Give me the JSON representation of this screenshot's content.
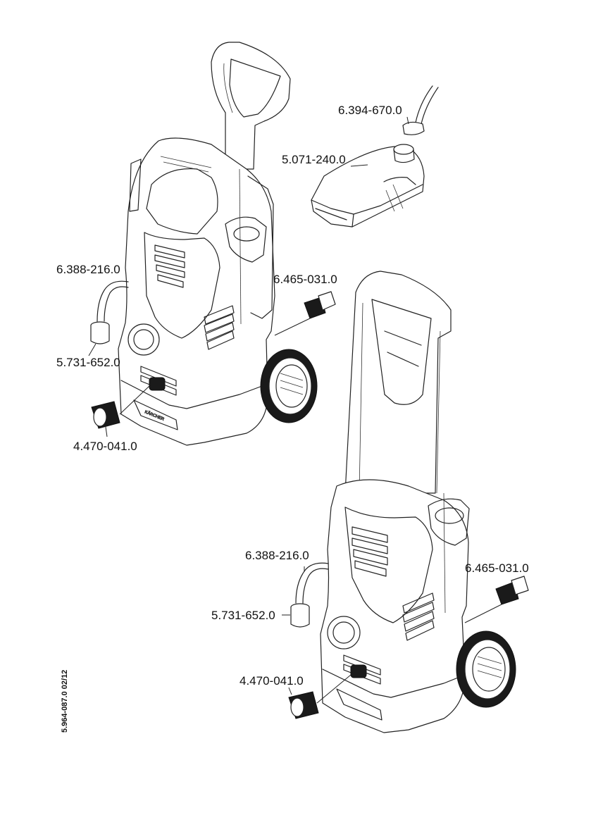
{
  "parts": {
    "hose_inlet_top": "6.394-670.0",
    "detergent_tank": "5.071-240.0",
    "hose_left": "6.388-216.0",
    "connector_left": "6.465-031.0",
    "sleeve_left": "5.731-652.0",
    "coupling_left": "4.470-041.0",
    "hose_right": "6.388-216.0",
    "connector_right": "6.465-031.0",
    "sleeve_right": "5.731-652.0",
    "coupling_right": "4.470-041.0"
  },
  "document_code": "5.964-087.0  02/12"
}
